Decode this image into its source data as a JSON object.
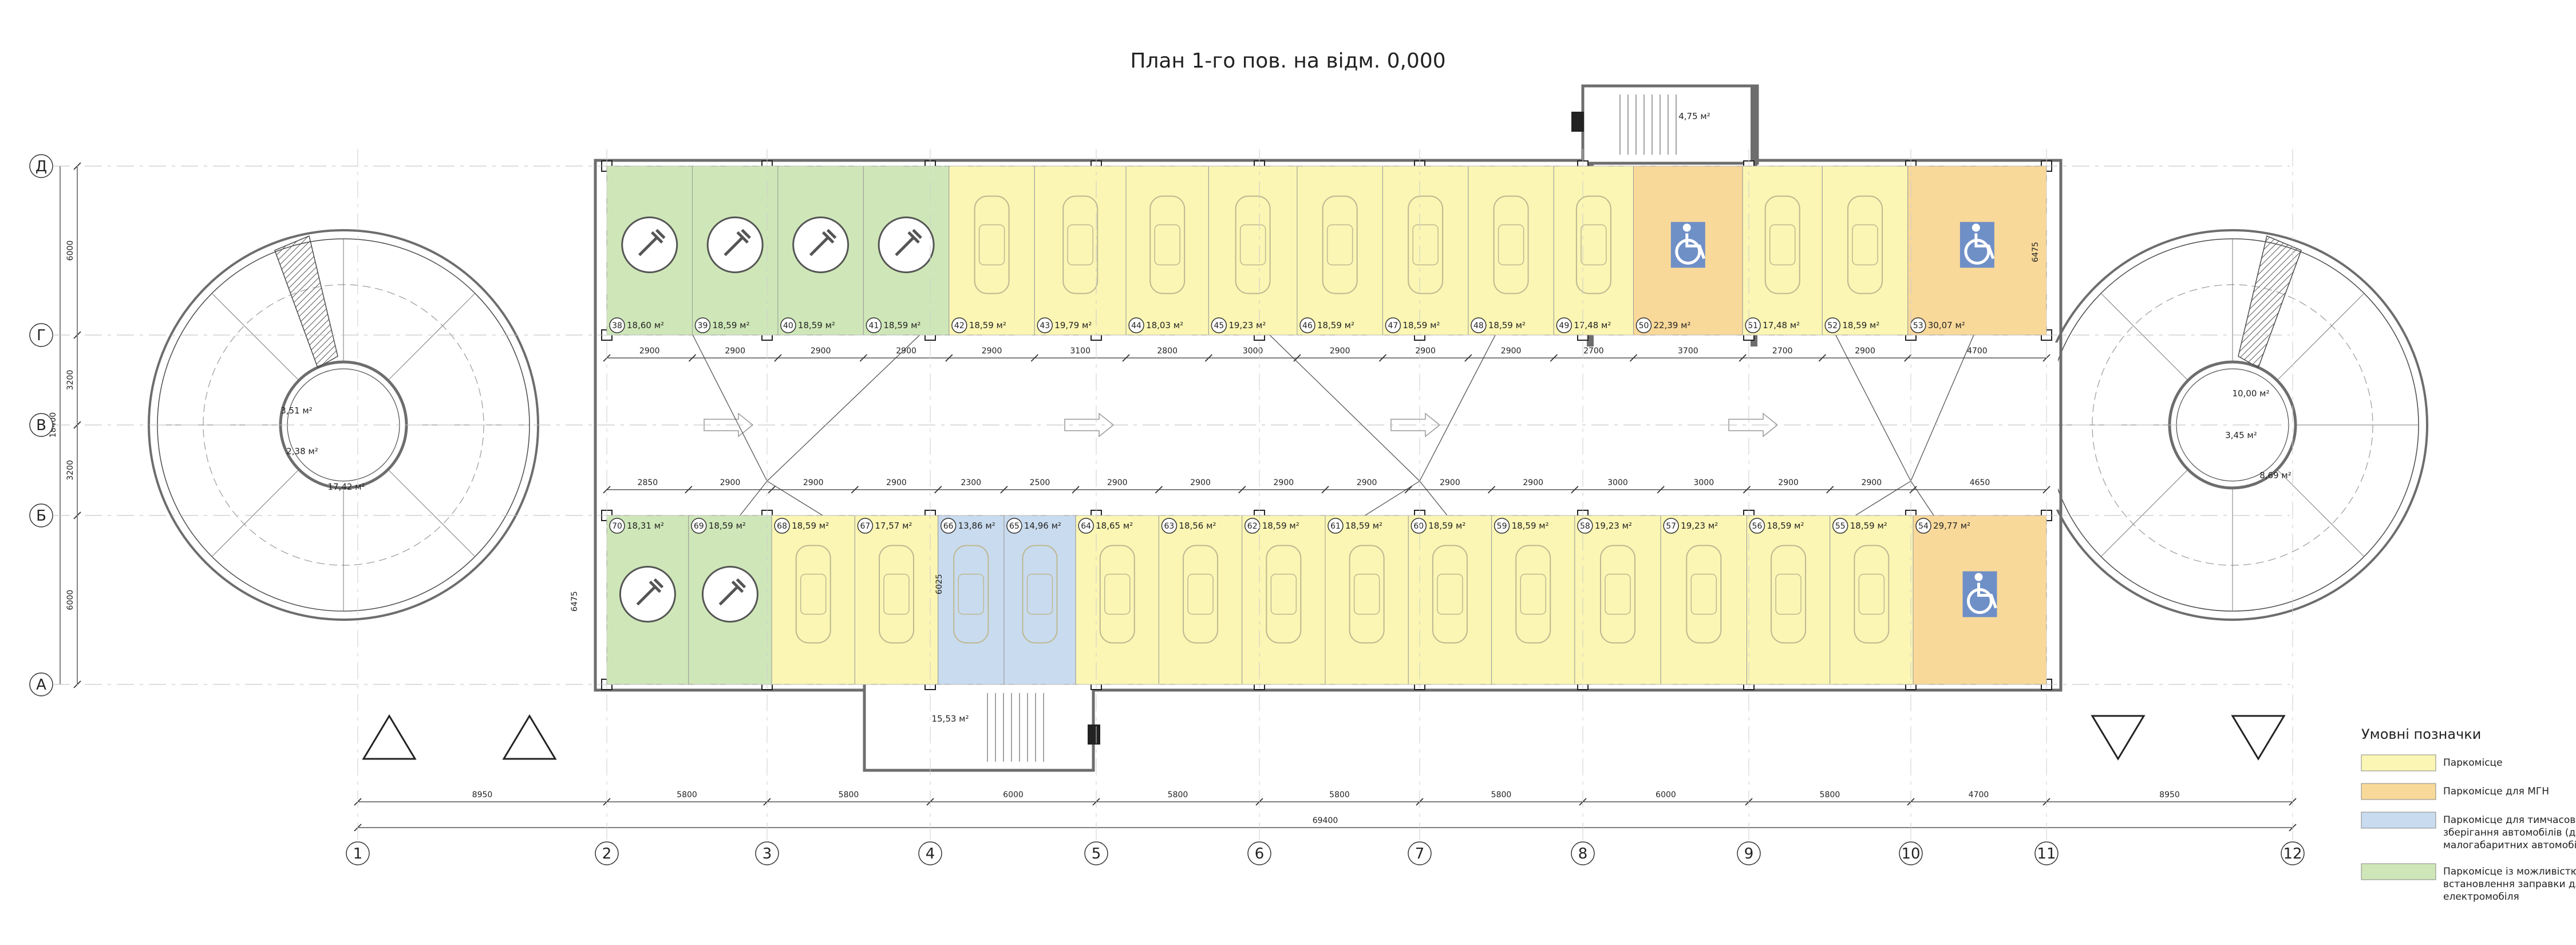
{
  "title": "План 1-го пов. на відм. 0,000",
  "colors": {
    "yellow": "#fbf6b3",
    "orange": "#f9d99a",
    "blue": "#c9dbee",
    "green": "#cfe7b8",
    "line": "#4a4a4a",
    "wall": "#6d6d6d"
  },
  "row_axes": [
    "Д",
    "Г",
    "В",
    "Б",
    "А"
  ],
  "col_axes": [
    "1",
    "2",
    "3",
    "4",
    "5",
    "6",
    "7",
    "8",
    "9",
    "10",
    "11",
    "12"
  ],
  "left_dims": [
    "6000",
    "3200",
    "3200",
    "6000"
  ],
  "left_total": "18400",
  "bottom_dims": [
    "8950",
    "5800",
    "5800",
    "6000",
    "5800",
    "5800",
    "5800",
    "6000",
    "5800",
    "4700",
    "8950"
  ],
  "bottom_total": "69400",
  "top_spans": [
    "2900",
    "2900",
    "2900",
    "2900",
    "2900",
    "3100",
    "2800",
    "3000",
    "2900",
    "2900",
    "2900",
    "2700",
    "3700",
    "2700",
    "2900",
    "4700"
  ],
  "mid_spans": [
    "2850",
    "2900",
    "2900",
    "2900",
    "2300",
    "2500",
    "2900",
    "2900",
    "2900",
    "2900",
    "2900",
    "2900",
    "3000",
    "3000",
    "2900",
    "2900",
    "4650"
  ],
  "top_spaces": [
    {
      "num": "38",
      "area": "18,60 м²",
      "type": "green",
      "icon": "ev"
    },
    {
      "num": "39",
      "area": "18,59 м²",
      "type": "green",
      "icon": "ev"
    },
    {
      "num": "40",
      "area": "18,59 м²",
      "type": "green",
      "icon": "ev"
    },
    {
      "num": "41",
      "area": "18,59 м²",
      "type": "green",
      "icon": "ev"
    },
    {
      "num": "42",
      "area": "18,59 м²",
      "type": "yellow",
      "icon": "car"
    },
    {
      "num": "43",
      "area": "19,79 м²",
      "type": "yellow",
      "icon": "car"
    },
    {
      "num": "44",
      "area": "18,03 м²",
      "type": "yellow",
      "icon": "car"
    },
    {
      "num": "45",
      "area": "19,23 м²",
      "type": "yellow",
      "icon": "car"
    },
    {
      "num": "46",
      "area": "18,59 м²",
      "type": "yellow",
      "icon": "car"
    },
    {
      "num": "47",
      "area": "18,59 м²",
      "type": "yellow",
      "icon": "car"
    },
    {
      "num": "48",
      "area": "18,59 м²",
      "type": "yellow",
      "icon": "car"
    },
    {
      "num": "49",
      "area": "17,48 м²",
      "type": "yellow",
      "icon": "car"
    },
    {
      "num": "50",
      "area": "22,39 м²",
      "type": "orange",
      "icon": "wheelchair"
    },
    {
      "num": "51",
      "area": "17,48 м²",
      "type": "yellow",
      "icon": "car"
    },
    {
      "num": "52",
      "area": "18,59 м²",
      "type": "yellow",
      "icon": "car"
    },
    {
      "num": "53",
      "area": "30,07 м²",
      "type": "orange",
      "icon": "wheelchair"
    }
  ],
  "bottom_spaces": [
    {
      "num": "70",
      "area": "18,31 м²",
      "type": "green",
      "icon": "ev"
    },
    {
      "num": "69",
      "area": "18,59 м²",
      "type": "green",
      "icon": "ev"
    },
    {
      "num": "68",
      "area": "18,59 м²",
      "type": "yellow",
      "icon": "car"
    },
    {
      "num": "67",
      "area": "17,57 м²",
      "type": "yellow",
      "icon": "car"
    },
    {
      "num": "66",
      "area": "13,86 м²",
      "type": "blue",
      "icon": "car"
    },
    {
      "num": "65",
      "area": "14,96 м²",
      "type": "blue",
      "icon": "car"
    },
    {
      "num": "64",
      "area": "18,65 м²",
      "type": "yellow",
      "icon": "car"
    },
    {
      "num": "63",
      "area": "18,56 м²",
      "type": "yellow",
      "icon": "car"
    },
    {
      "num": "62",
      "area": "18,59 м²",
      "type": "yellow",
      "icon": "car"
    },
    {
      "num": "61",
      "area": "18,59 м²",
      "type": "yellow",
      "icon": "car"
    },
    {
      "num": "60",
      "area": "18,59 м²",
      "type": "yellow",
      "icon": "car"
    },
    {
      "num": "59",
      "area": "18,59 м²",
      "type": "yellow",
      "icon": "car"
    },
    {
      "num": "58",
      "area": "19,23 м²",
      "type": "yellow",
      "icon": "car"
    },
    {
      "num": "57",
      "area": "19,23 м²",
      "type": "yellow",
      "icon": "car"
    },
    {
      "num": "56",
      "area": "18,59 м²",
      "type": "yellow",
      "icon": "car"
    },
    {
      "num": "55",
      "area": "18,59 м²",
      "type": "yellow",
      "icon": "car"
    },
    {
      "num": "54",
      "area": "29,77 м²",
      "type": "orange",
      "icon": "wheelchair"
    }
  ],
  "rooms": {
    "left_tower": [
      "3,51 м²",
      "2,38 м²",
      "17,42 м²"
    ],
    "right_tower": [
      "10,00 м²",
      "3,45 м²",
      "8,69 м²"
    ],
    "top_stair": "4,75 м²",
    "bottom_stair": "15,53 м²"
  },
  "small_dims": {
    "right_top": "6475",
    "left_bottom": "6475",
    "mid_bottom": "6025"
  },
  "legend": {
    "title": "Умовні позначки",
    "items": [
      {
        "color": "yellow",
        "label": "Паркомісце"
      },
      {
        "color": "orange",
        "label": "Паркомісце для МГН"
      },
      {
        "color": "blue",
        "label": "Паркомісце для тимчасового зберігання автомобілів (для малогабаритних автомобілів)"
      },
      {
        "color": "green",
        "label": "Паркомісце із можливістю встановлення заправки для електромобіля"
      }
    ]
  }
}
